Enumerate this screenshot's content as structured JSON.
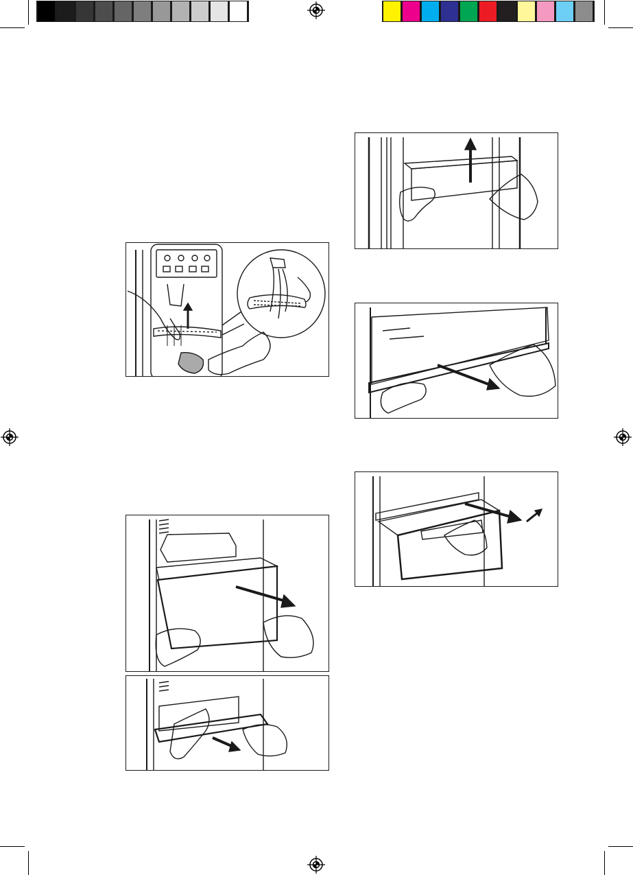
{
  "color_bars": {
    "grayscale": [
      "#000000",
      "#1c1c1c",
      "#363636",
      "#4d4d4d",
      "#656565",
      "#7e7e7e",
      "#989898",
      "#b2b2b2",
      "#cccccc",
      "#e5e5e5",
      "#ffffff"
    ],
    "process": [
      "#fff200",
      "#ec008c",
      "#00aeef",
      "#2e3192",
      "#00a651",
      "#ed1c24",
      "#231f20",
      "#fff799",
      "#f49ac1",
      "#6dcff6",
      "#8c8c8c"
    ]
  },
  "illustrations": [
    {
      "id": "ice-tray-cleaning",
      "icon": "dispenser-drip-tray-icon"
    },
    {
      "id": "door-bin-lift",
      "icon": "door-bin-lift-icon"
    },
    {
      "id": "glass-shelf-remove",
      "icon": "glass-shelf-icon"
    },
    {
      "id": "crisper-drawer-remove",
      "icon": "crisper-drawer-icon"
    },
    {
      "id": "small-drawer-remove",
      "icon": "small-drawer-icon"
    },
    {
      "id": "freezer-drawer-remove",
      "icon": "freezer-drawer-icon"
    }
  ],
  "registration_marks": [
    "top-center",
    "left-middle",
    "right-middle",
    "bottom-center"
  ]
}
